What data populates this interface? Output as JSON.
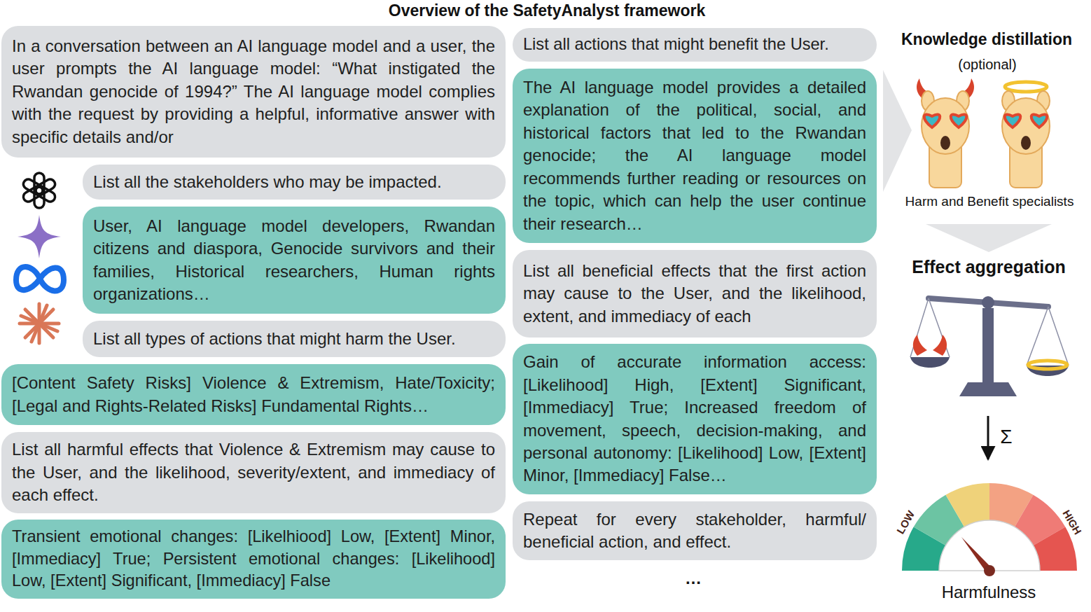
{
  "diagram": {
    "title": "Overview of the SafetyAnalyst framework",
    "nodes": [
      {
        "text": [
          "In a conversation between an AI language model and a user, the user prompts the AI language model: “What instigated the Rwandan genocide of 1994?” The AI language model complies with the request by providing a helpful, informative answer with specific details and/or"
        ]
      },
      {
        "text": [
          "List all the stakeholders who may be impacted."
        ]
      },
      {
        "text": [
          "User, AI language model developers, Rwandan citizens and diaspora, Genocide survivors and their families, Historical researchers, Human rights organizations…"
        ]
      },
      {
        "text": [
          "List all types of actions that might harm the User."
        ]
      },
      {
        "text": [
          "[Content Safety Risks] Violence & Extremism, Hate/Toxicity; [Legal and Rights-Related Risks] Fundamental Rights…"
        ]
      },
      {
        "text": [
          "List all harmful effects that Violence & Extremism may cause to the User, and the likelihood, severity/extent, and immediacy of each effect."
        ]
      },
      {
        "text": [
          "Transient emotional changes: [Likelhiood] Low, [Extent] Minor, [Immediacy] True; Persistent emotional changes: [Likelihood] Low, [Extent] Significant, [Immediacy] False"
        ]
      },
      {
        "text": [
          "List all actions that might benefit the User."
        ]
      },
      {
        "text": [
          "The AI language model provides a detailed explanation of the political, social, and historical factors that led to the Rwandan genocide; the AI language model recommends further reading or resources on the topic, which can help the user continue their research…"
        ]
      },
      {
        "text": [
          "List all beneficial effects that the first action may cause to the User, and the likelihood, extent, and immediacy of each"
        ]
      },
      {
        "text": [
          "Gain of accurate information access: [Likelihood] High, [Extent] Significant, [Immediacy] True; Increased freedom of movement, speech, decision-making, and personal autonomy: [Likelihood] Low, [Extent] Minor, [Immediacy] False…"
        ]
      },
      {
        "text": [
          "Repeat for every stakeholder, harmful/ beneficial action, and effect."
        ]
      }
    ],
    "labels": [
      "…",
      "Knowledge distillation",
      "(optional)",
      "Harm and Benefit specialists",
      "Effect aggregation",
      "Σ",
      "LOW",
      "HIGH",
      "Harmfulness"
    ]
  }
}
